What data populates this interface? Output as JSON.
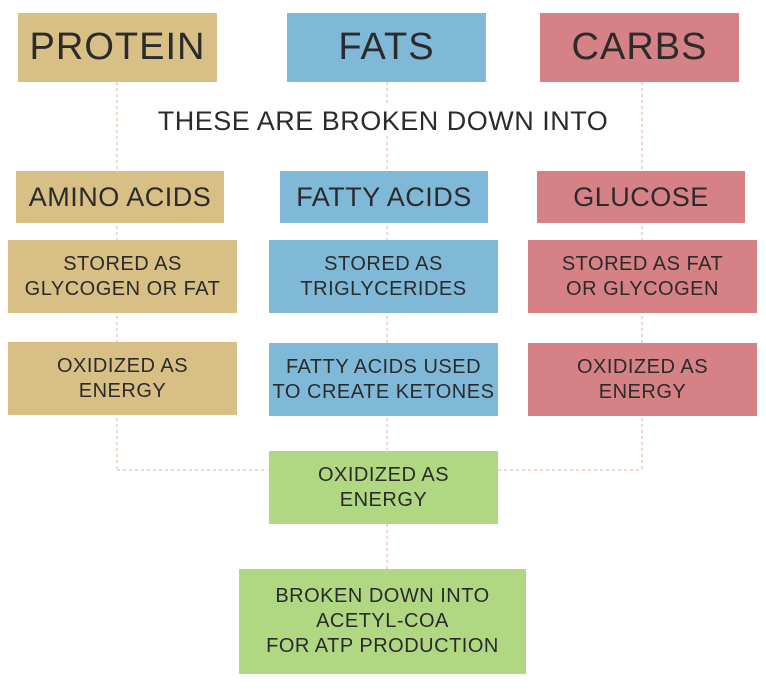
{
  "columns": {
    "protein": {
      "header": "PROTEIN",
      "breakdown": "AMINO ACIDS",
      "stored": "STORED AS\nGLYCOGEN OR FAT",
      "used": "OXIDIZED AS\nENERGY",
      "color": "#d7bf86"
    },
    "fats": {
      "header": "FATS",
      "breakdown": "FATTY ACIDS",
      "stored": "STORED AS\nTRIGLYCERIDES",
      "used": "FATTY ACIDS USED\nTO CREATE KETONES",
      "color": "#80b8d8"
    },
    "carbs": {
      "header": "CARBS",
      "breakdown": "GLUCOSE",
      "stored": "STORED AS FAT\nOR GLYCOGEN",
      "used": "OXIDIZED AS\nENERGY",
      "color": "#d58186"
    }
  },
  "middle_label": "THESE ARE BROKEN DOWN INTO",
  "common": {
    "oxidized": "OXIDIZED AS\nENERGY",
    "final": "BROKEN DOWN INTO\nACETYL-COA\nFOR ATP PRODUCTION",
    "color": "#b0d781"
  },
  "connector_color": "#d9b39a"
}
